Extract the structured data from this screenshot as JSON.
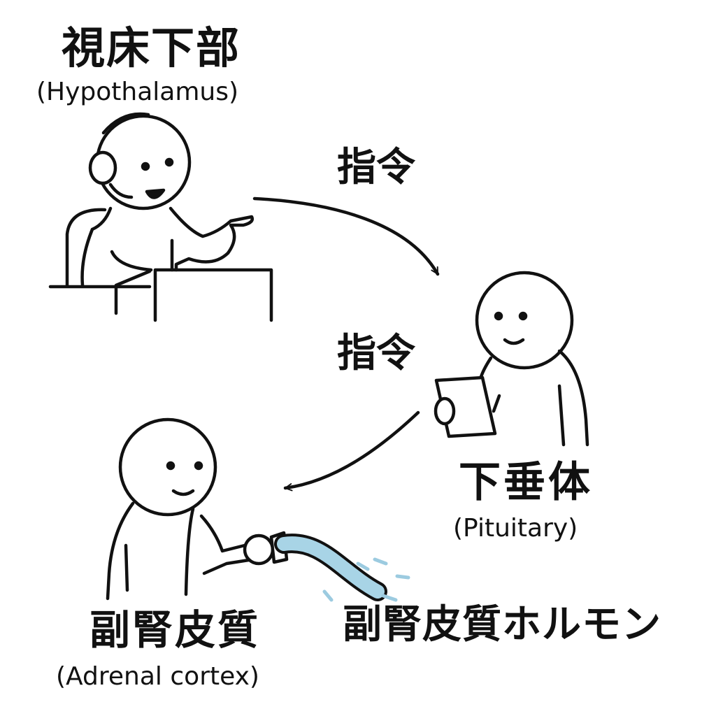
{
  "hypothalamus": {
    "title": "視床下部",
    "subtitle": "(Hypothalamus)"
  },
  "pituitary": {
    "title": "下垂体",
    "subtitle": "(Pituitary)"
  },
  "adrenal_cortex": {
    "title": "副腎皮質",
    "subtitle": "(Adrenal cortex)"
  },
  "arrows": {
    "first_command": "指令",
    "second_command": "指令"
  },
  "hormone": {
    "label": "副腎皮質ホルモン"
  },
  "colors": {
    "line": "#111111",
    "hormone_fluid": "#a8d4e6",
    "hormone_drops": "#9ccbe0",
    "background": "#ffffff"
  }
}
